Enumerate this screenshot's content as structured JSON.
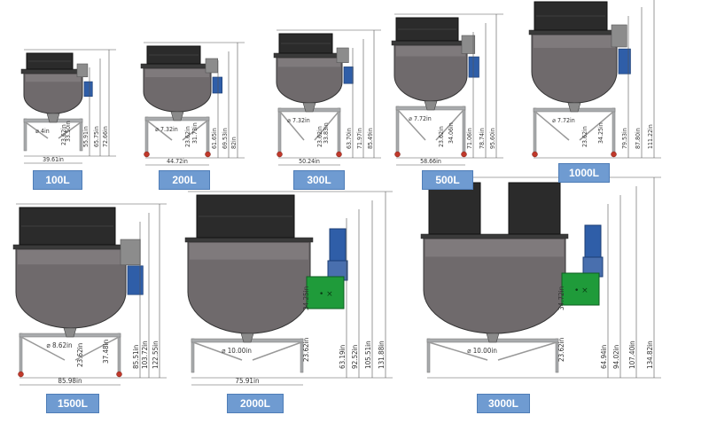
{
  "colors": {
    "tank_body": "#6f6a6c",
    "tank_top": "#3a3a3a",
    "lid": "#2b2b2b",
    "frame": "#a9abad",
    "motor": "#2f5ea8",
    "control_box": "#1f9b3a",
    "badge": "#6f9bd1",
    "dimension": "#555555",
    "wheel": "#c0392b"
  },
  "icons": [
    "motor-icon",
    "control-box-icon",
    "caster-wheel-icon",
    "discharge-valve-icon"
  ],
  "models": [
    {
      "label": "100L",
      "dims": {
        "base_width": "39.61in",
        "outlet_dia": "⌀ 4in",
        "outlet_height": "23.62in",
        "frame_height": "33.50in",
        "body_top": "55.91in",
        "height": "65.75in",
        "total_height": "72.66in"
      }
    },
    {
      "label": "200L",
      "dims": {
        "base_width": "44.72in",
        "outlet_dia": "⌀ 7.32in",
        "outlet_height": "23.62in",
        "frame_height": "31.73in",
        "body_top": "61.65in",
        "height": "69.53in",
        "total_height": "82in"
      }
    },
    {
      "label": "300L",
      "dims": {
        "base_width": "50.24in",
        "outlet_dia": "⌀ 7.32in",
        "outlet_height": "23.62in",
        "frame_height": "33.83in",
        "body_top": "63.70in",
        "height": "71.97in",
        "total_height": "85.49in"
      }
    },
    {
      "label": "500L",
      "dims": {
        "base_width": "58.66in",
        "outlet_dia": "⌀ 7.72in",
        "outlet_height": "23.62in",
        "frame_height": "34.06in",
        "body_top": "71.06in",
        "height": "78.74in",
        "total_height": "95.60in"
      }
    },
    {
      "label": "1000L",
      "dims": {
        "base_width": "",
        "outlet_dia": "⌀ 7.72in",
        "outlet_height": "23.62in",
        "frame_height": "34.25in",
        "body_top": "79.53in",
        "height": "87.80in",
        "total_height": "111.22in"
      }
    },
    {
      "label": "1500L",
      "dims": {
        "base_width": "85.98in",
        "outlet_dia": "⌀ 8.62in",
        "outlet_height": "23.62in",
        "frame_height": "37.48in",
        "body_top": "85.51in",
        "height": "103.72in",
        "total_height": "122.55in"
      }
    },
    {
      "label": "2000L",
      "dims": {
        "base_width": "75.91in",
        "outlet_dia": "⌀ 10.00in",
        "outlet_height": "23.62in",
        "frame_height": "34.25in",
        "body_top": "63.19in",
        "height": "92.52in",
        "height2": "105.51in",
        "total_height": "131.88in"
      }
    },
    {
      "label": "3000L",
      "dims": {
        "base_width": "",
        "outlet_dia": "⌀ 10.00in",
        "outlet_height": "23.62in",
        "frame_height": "34.72in",
        "body_top": "64.94in",
        "height": "94.02in",
        "height2": "107.40in",
        "total_height": "134.82in"
      }
    }
  ]
}
